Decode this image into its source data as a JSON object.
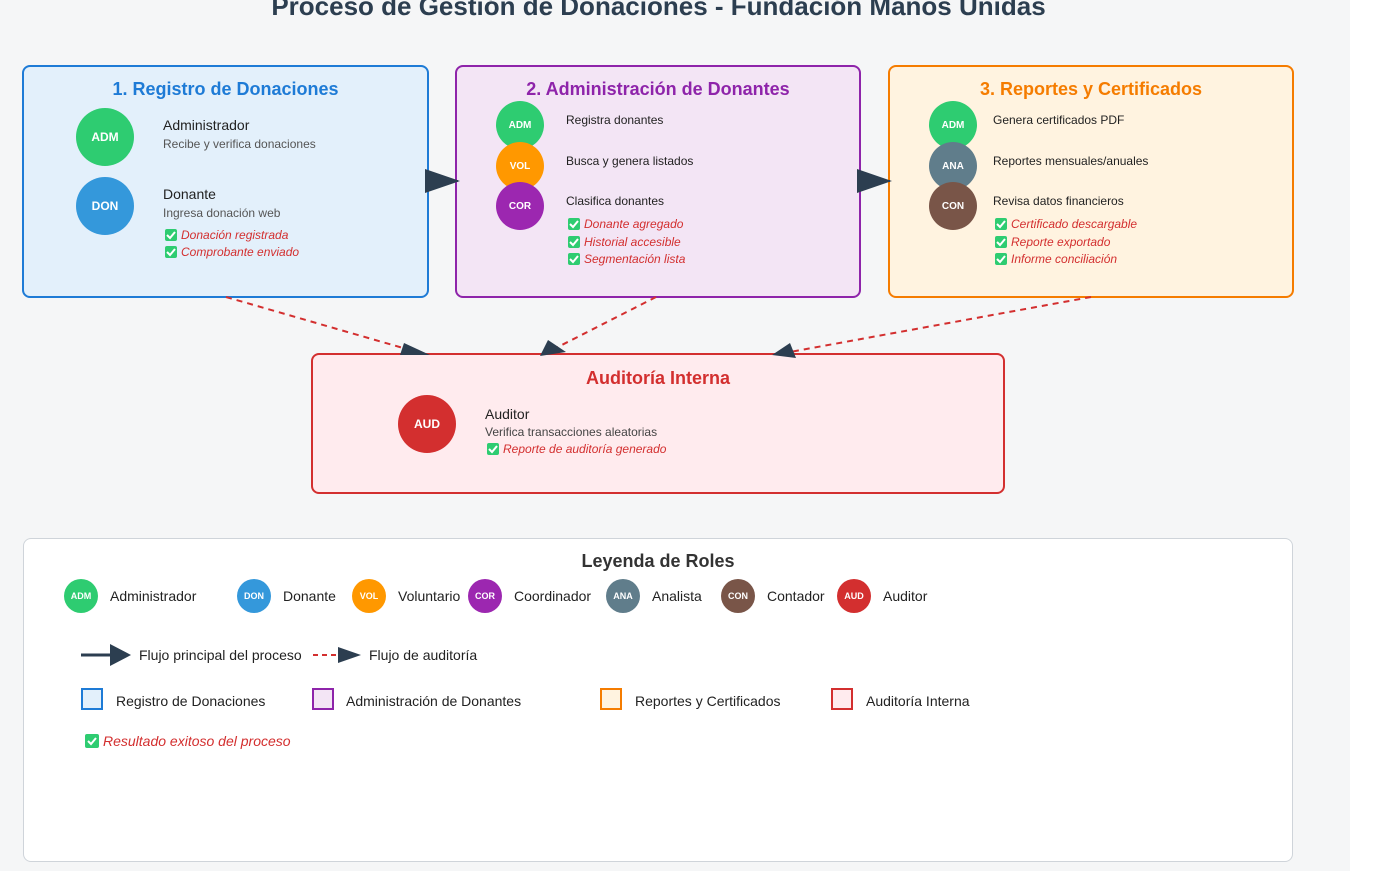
{
  "title": "Proceso de Gestión de Donaciones - Fundación Manos Unidas",
  "colors": {
    "registro": "#1e7bd6",
    "registro_bg": "#e3f0fb",
    "admin": "#8e24aa",
    "admin_bg": "#f3e5f5",
    "reportes": "#f57c00",
    "reportes_bg": "#fff3e0",
    "auditoria": "#d32f2f",
    "auditoria_bg": "#ffebee",
    "ADM": "#2ecc71",
    "DON": "#3498db",
    "VOL": "#ff9800",
    "COR": "#9c27b0",
    "ANA": "#607d8b",
    "CON": "#795548",
    "AUD": "#d32f2f",
    "flow": "#2c3e50"
  },
  "registro": {
    "title": "1. Registro de Donaciones",
    "roles": [
      {
        "code": "ADM",
        "name": "Administrador",
        "desc": "Recibe y verifica donaciones"
      },
      {
        "code": "DON",
        "name": "Donante",
        "desc": "Ingresa donación web"
      }
    ],
    "results": [
      "Donación registrada",
      "Comprobante enviado"
    ]
  },
  "admin": {
    "title": "2. Administración de Donantes",
    "roles": [
      {
        "code": "ADM",
        "action": "Registra donantes"
      },
      {
        "code": "VOL",
        "action": "Busca y genera listados"
      },
      {
        "code": "COR",
        "action": "Clasifica donantes"
      }
    ],
    "results": [
      "Donante agregado",
      "Historial accesible",
      "Segmentación lista"
    ]
  },
  "reportes": {
    "title": "3. Reportes y Certificados",
    "roles": [
      {
        "code": "ADM",
        "action": "Genera certificados PDF"
      },
      {
        "code": "ANA",
        "action": "Reportes mensuales/anuales"
      },
      {
        "code": "CON",
        "action": "Revisa datos financieros"
      }
    ],
    "results": [
      "Certificado descargable",
      "Reporte exportado",
      "Informe conciliación"
    ]
  },
  "auditoria": {
    "title": "Auditoría Interna",
    "role": {
      "code": "AUD",
      "name": "Auditor",
      "desc": "Verifica transacciones aleatorias"
    },
    "result": "Reporte de auditoría generado"
  },
  "legend": {
    "title": "Leyenda de Roles",
    "roles": [
      {
        "code": "ADM",
        "label": "Administrador"
      },
      {
        "code": "DON",
        "label": "Donante"
      },
      {
        "code": "VOL",
        "label": "Voluntario"
      },
      {
        "code": "COR",
        "label": "Coordinador"
      },
      {
        "code": "ANA",
        "label": "Analista"
      },
      {
        "code": "CON",
        "label": "Contador"
      },
      {
        "code": "AUD",
        "label": "Auditor"
      }
    ],
    "flow_main": "Flujo principal del proceso",
    "flow_audit": "Flujo de auditoría",
    "areas": [
      "Registro de Donaciones",
      "Administración de Donantes",
      "Reportes y Certificados",
      "Auditoría Interna"
    ],
    "success": "Resultado exitoso del proceso"
  }
}
